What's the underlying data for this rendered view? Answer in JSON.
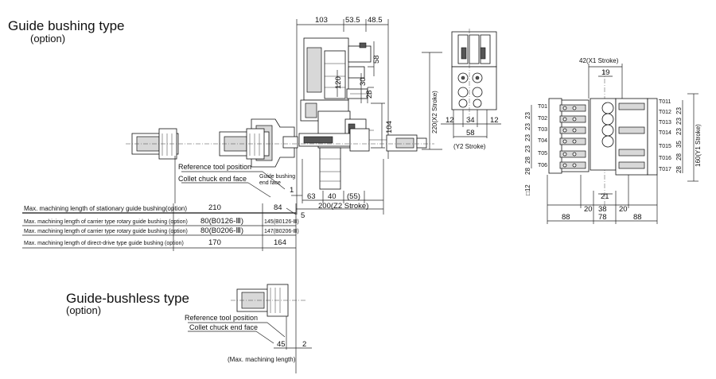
{
  "titles": {
    "guide_bushing": "Guide bushing type",
    "guide_bushing_sub": "(option)",
    "guide_bushless": "Guide-bushless type",
    "guide_bushless_sub": "(option)"
  },
  "top_dims": [
    "103",
    "53.5",
    "48.5"
  ],
  "vert_dims": [
    "58",
    "120",
    "30",
    "28",
    "104",
    "220(X2 Stroke)"
  ],
  "lower_dims": [
    "1",
    "63",
    "40",
    "(55)",
    "200(Z2 Stroke)",
    "5"
  ],
  "callouts": {
    "reference_tool_position": "Reference tool position",
    "collet_chuck_end_face": "Collet chuck end face",
    "guide_bushing_end_face": "Guide bushing end face"
  },
  "rows": [
    {
      "label": "Max. machining length of stationary guide bushing(option)",
      "v1": "210",
      "v2": "84"
    },
    {
      "label": "Max. machining length of carrier type rotary guide bushing (option)",
      "v1": "80(B0126-Ⅲ)",
      "v2": "145(B0126-Ⅲ)"
    },
    {
      "label": "Max. machining length of carrier type rotary guide bushing (option)",
      "v1": "80(B0206-Ⅲ)",
      "v2": "147(B0206-Ⅲ)"
    },
    {
      "label": "Max. machining length of direct-drive type guide bushing (option)",
      "v1": "170",
      "v2": "164"
    }
  ],
  "y2_view": {
    "dims": [
      "12",
      "34",
      "12",
      "58"
    ],
    "stroke": "(Y2 Stroke)"
  },
  "turret_view": {
    "x1_stroke": "42(X1 Stroke)",
    "d19": "19",
    "left_tools": [
      "T01",
      "T02",
      "T03",
      "T04",
      "T05",
      "T06"
    ],
    "right_tools": [
      "T011",
      "T012",
      "T013",
      "T014",
      "T015",
      "T016",
      "T017"
    ],
    "left_spacing": [
      "23",
      "23",
      "23",
      "23",
      "28",
      "28"
    ],
    "right_spacing": [
      "23",
      "23",
      "23",
      "35",
      "28",
      "28"
    ],
    "y1_stroke": "160(Y1 Stroke)",
    "square": "□12",
    "d21": "21",
    "bottom_dims": [
      "88",
      "20",
      "38",
      "20",
      "88",
      "78"
    ]
  },
  "bushless": {
    "reference_tool_position": "Reference tool position",
    "collet_chuck_end_face": "Collet chuck end face",
    "dims": [
      "45",
      "2"
    ],
    "max_len": "(Max. machining length)"
  }
}
